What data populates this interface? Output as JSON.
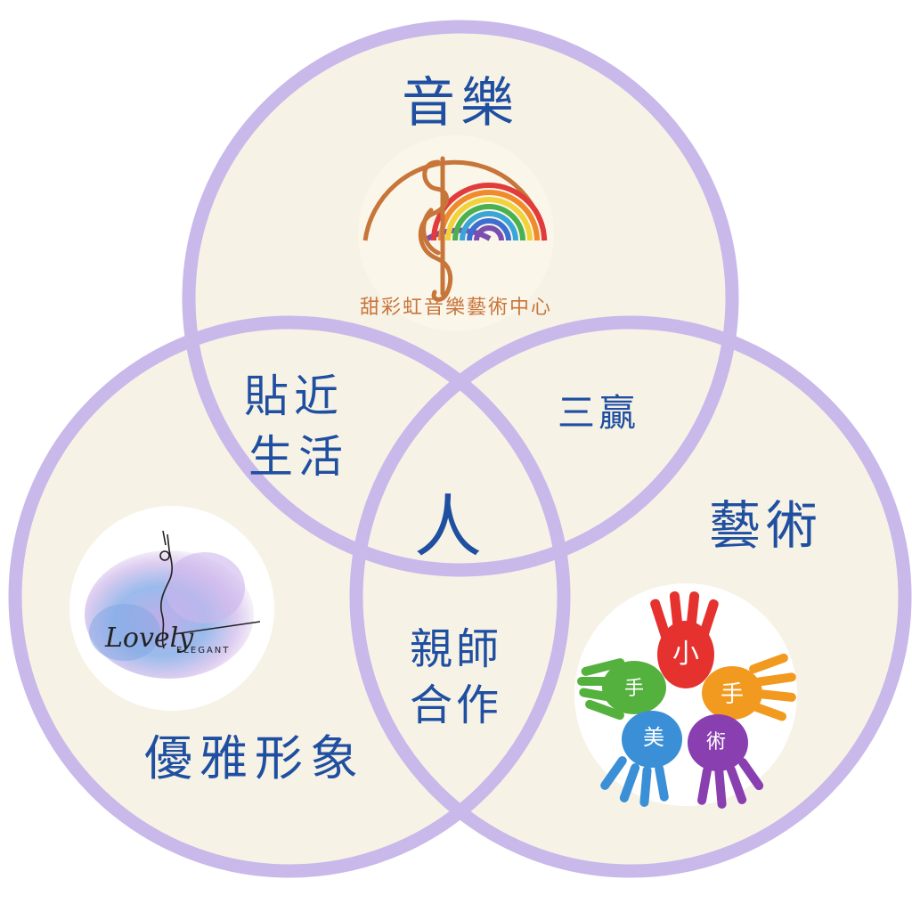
{
  "circles": {
    "music": {
      "title": "音樂"
    },
    "art": {
      "title": "藝術"
    },
    "elegance": {
      "title": "優雅形象"
    }
  },
  "overlaps": {
    "music_elegance_line1": "貼近",
    "music_elegance_line2": "生活",
    "music_art": "三贏",
    "art_elegance_line1": "親師",
    "art_elegance_line2": "合作",
    "center": "人"
  },
  "logos": {
    "music_logo": {
      "text": "甜彩虹音樂藝術中心",
      "icon": "violin-rainbow-icon"
    },
    "lovely_logo": {
      "script_text": "Lovely",
      "sub_text": "ELEGANT",
      "icon": "dancer-silhouette-icon"
    },
    "hands_logo": {
      "chars": [
        "小",
        "手",
        "美",
        "術",
        "手"
      ],
      "icon": "painted-hands-icon"
    }
  },
  "colors": {
    "circle_fill": "#f7f2e6",
    "circle_stroke": "#c9b8ea",
    "text": "#1f4fa0",
    "rainbow": [
      "#7a4fb0",
      "#3b6fd1",
      "#3aa6d8",
      "#4bb04f",
      "#f2d23a",
      "#f08a2a",
      "#e23b3b"
    ]
  }
}
